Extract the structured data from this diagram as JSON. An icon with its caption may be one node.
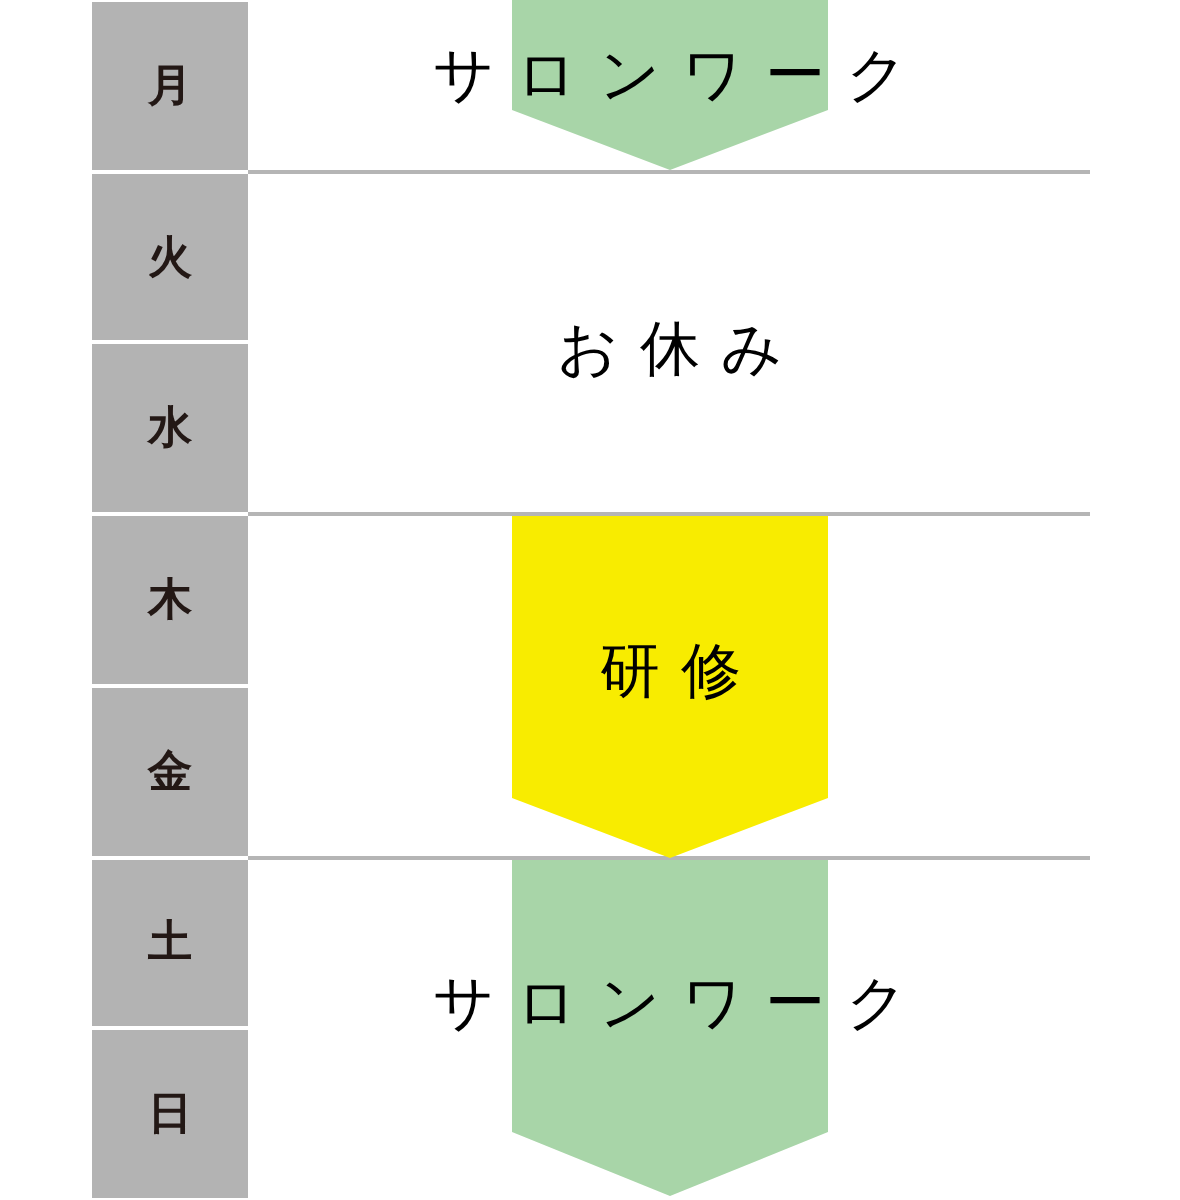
{
  "diagram": {
    "nodes": [
      {
        "text": [
          "月"
        ]
      },
      {
        "text": [
          "火"
        ]
      },
      {
        "text": [
          "水"
        ]
      },
      {
        "text": [
          "木"
        ]
      },
      {
        "text": [
          "金"
        ]
      },
      {
        "text": [
          "土"
        ]
      },
      {
        "text": [
          "日"
        ]
      },
      {
        "text": [
          "サロンワーク"
        ]
      },
      {
        "text": [
          "研修"
        ]
      },
      {
        "text": [
          "サロンワーク"
        ]
      }
    ],
    "labels": [
      "お休み"
    ]
  }
}
